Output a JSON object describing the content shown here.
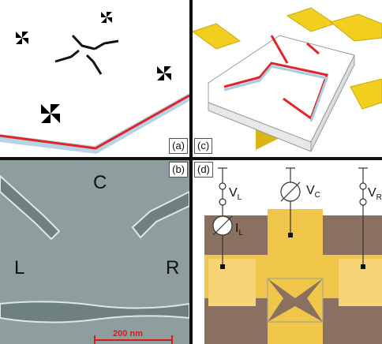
{
  "panels": {
    "a": {
      "tag": "(a)"
    },
    "b": {
      "tag": "(b)",
      "label_top": "C",
      "label_left": "L",
      "label_right": "R",
      "scale_bar": "200 nm"
    },
    "c": {
      "tag": "(c)"
    },
    "d": {
      "tag": "(d)",
      "v_left": "V",
      "v_left_sub": "L",
      "v_center": "V",
      "v_center_sub": "C",
      "v_right": "V",
      "v_right_sub": "R",
      "i_left": "I",
      "i_left_sub": "L"
    }
  },
  "colors": {
    "substrate_red": "#e0262a",
    "substrate_blue": "#a9cbe6",
    "gold": "#f2cf1e",
    "sem_grey": "#8e9e9e",
    "optical_brown": "#8a7061",
    "optical_gold": "#f0c64a"
  }
}
